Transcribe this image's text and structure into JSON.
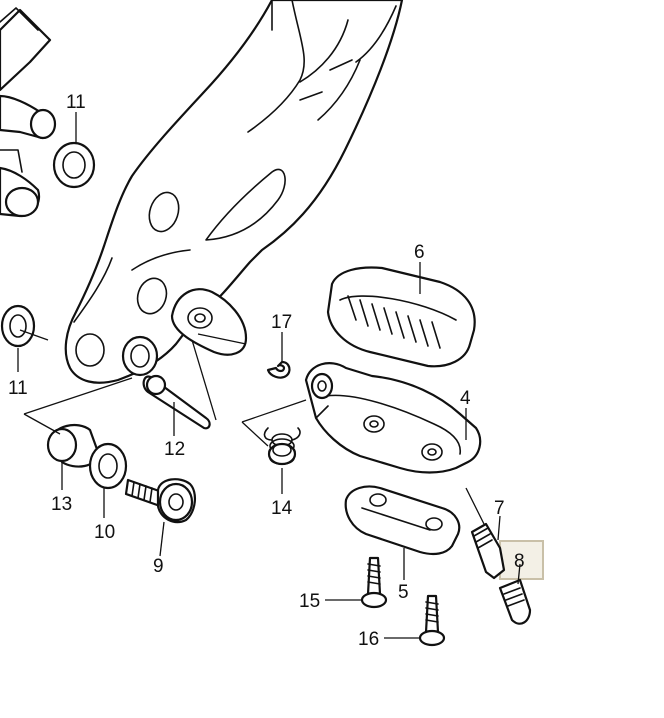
{
  "callouts": {
    "c4": "4",
    "c5": "5",
    "c6": "6",
    "c7": "7",
    "c8": "8",
    "c9": "9",
    "c10": "10",
    "c11_top": "11",
    "c11_left": "11",
    "c12": "12",
    "c13": "13",
    "c14": "14",
    "c15": "15",
    "c16": "16",
    "c17": "17"
  },
  "colors": {
    "line": "#111111",
    "background": "#ffffff",
    "highlight_fill": "#f3f0e6",
    "highlight_stroke": "#c9c0a8"
  },
  "selected_part": "8"
}
